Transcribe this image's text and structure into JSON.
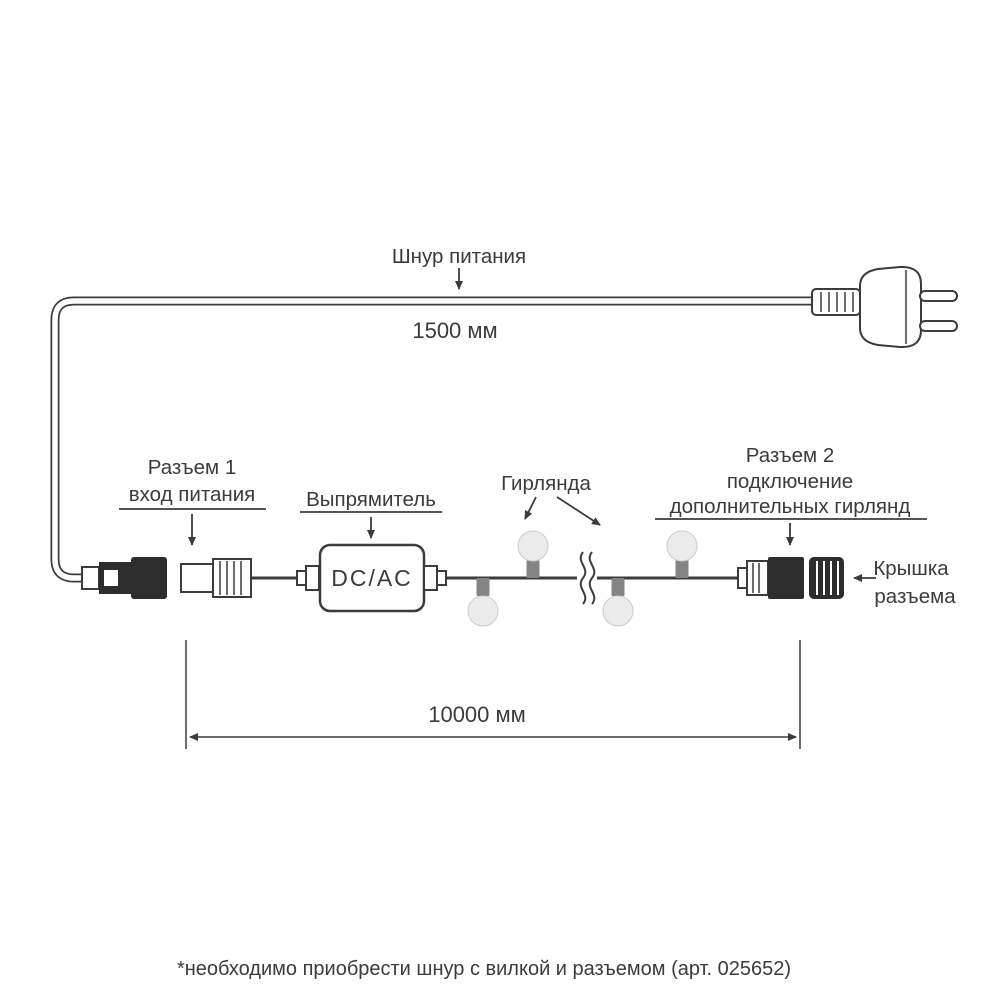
{
  "colors": {
    "line": "#3b3b3b",
    "black_part": "#2d2d2d",
    "bulb_fill": "#ebebeb",
    "socket_fill": "#848484",
    "background": "#ffffff"
  },
  "labels": {
    "power_cord": "Шнур питания",
    "power_cord_length": "1500 мм",
    "connector1": [
      "Разъем 1",
      "вход питания"
    ],
    "rectifier": "Выпрямитель",
    "dc_ac": "DC/AC",
    "garland": "Гирлянда",
    "connector2": [
      "Разъем 2",
      "подключение",
      "дополнительных гирлянд"
    ],
    "cap": [
      "Крышка",
      "разъема"
    ],
    "garland_length": "10000 мм",
    "footnote": "*необходимо приобрести шнур с вилкой и разъемом (арт. 025652)"
  }
}
